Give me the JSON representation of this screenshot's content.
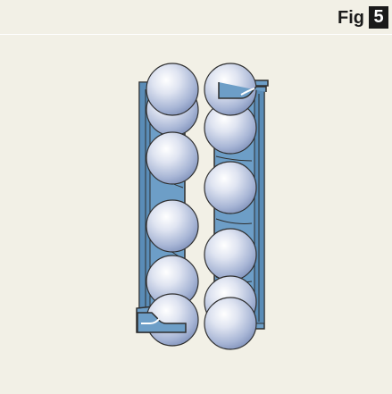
{
  "figure": {
    "label": "Fig",
    "number": "5"
  },
  "colors": {
    "background": "#f2f0e6",
    "tray_fill": "#6d9ec7",
    "tray_stroke": "#2f2f2f",
    "egg_highlight": "#ffffff",
    "egg_mid": "#c3cde4",
    "egg_shadow": "#7d8fb9",
    "badge": "#1a1a1a"
  },
  "diagram": {
    "subject": "egg-tray",
    "egg_count": 12
  }
}
